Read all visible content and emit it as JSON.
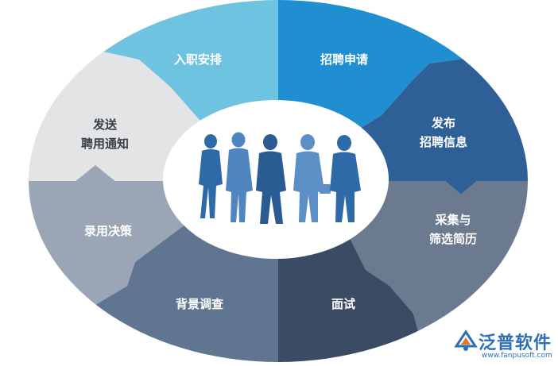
{
  "segments": [
    {
      "lines": [
        "招聘申请"
      ],
      "color": "#1f8fd2"
    },
    {
      "lines": [
        "发布",
        "招聘信息"
      ],
      "color": "#2e5f96"
    },
    {
      "lines": [
        "采集与",
        "筛选简历"
      ],
      "color": "#6b7a8f"
    },
    {
      "lines": [
        "面试"
      ],
      "color": "#3b4b63"
    },
    {
      "lines": [
        "背景调查"
      ],
      "color": "#5f7590"
    },
    {
      "lines": [
        "录用决策"
      ],
      "color": "#9aa6b5"
    },
    {
      "lines": [
        "发送",
        "聘用通知"
      ],
      "color": "#e3e4e6"
    },
    {
      "lines": [
        "入职安排"
      ],
      "color": "#6ec3e1"
    }
  ],
  "brand": {
    "name": "泛普软件",
    "url": "www.fanpusoft.com",
    "color": "#2e6fb3"
  },
  "center_icon": "business-people-silhouettes-icon"
}
